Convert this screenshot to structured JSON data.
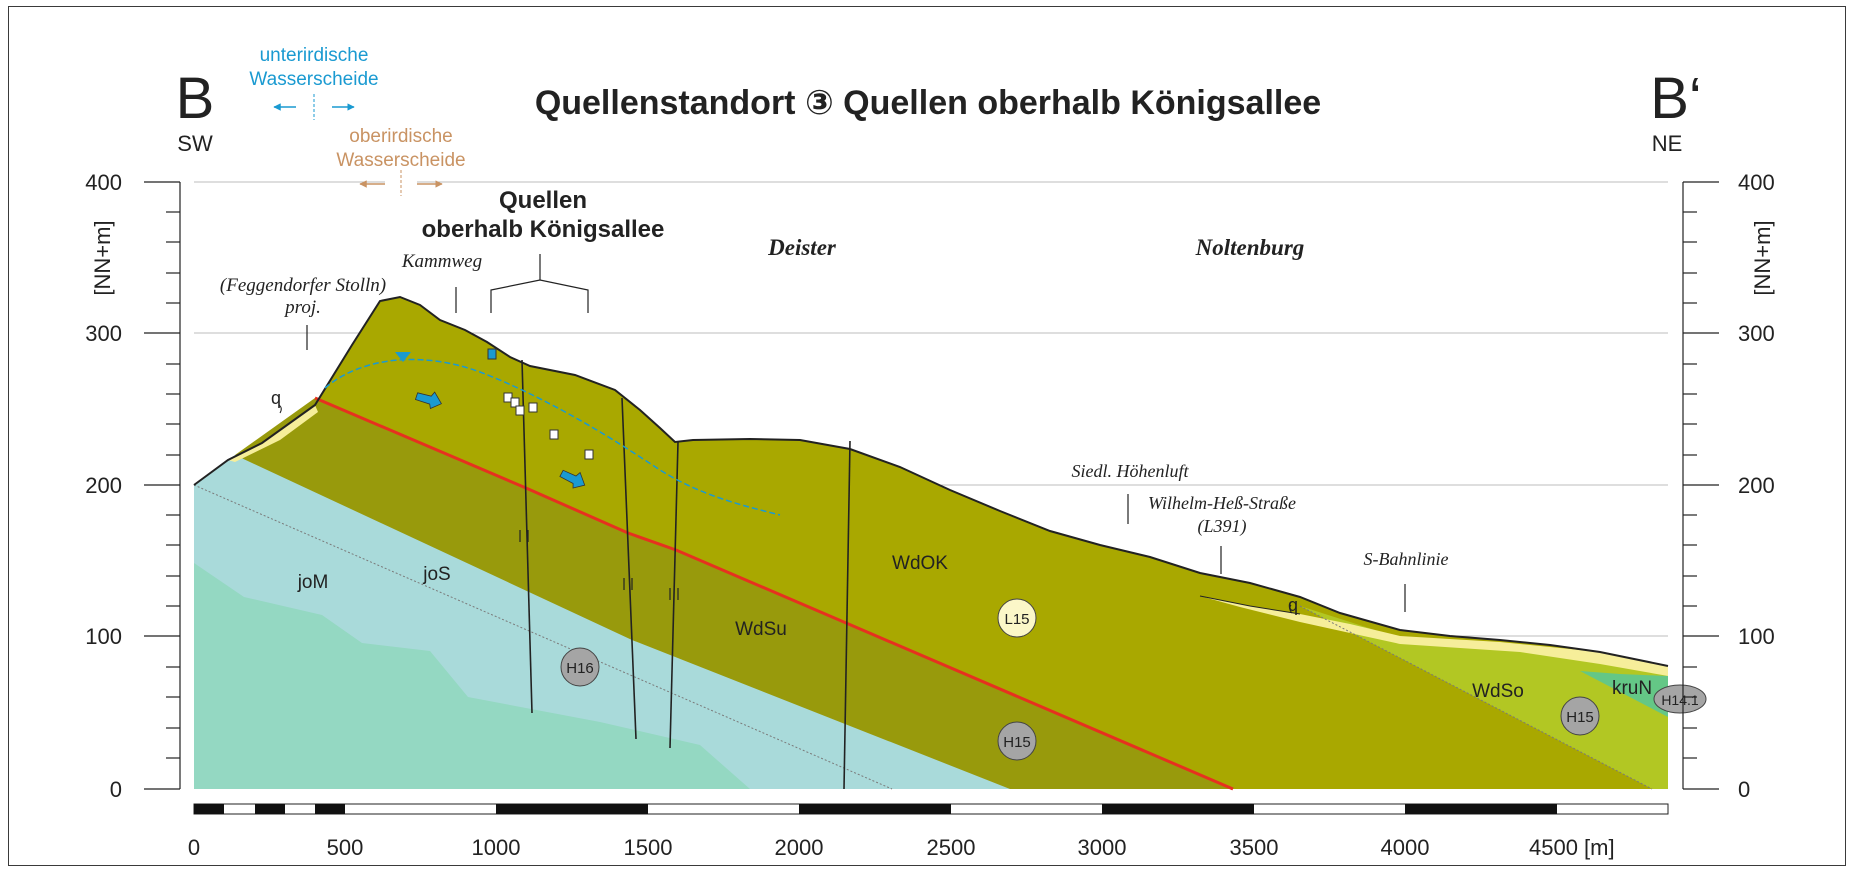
{
  "title": "Quellenstandort ③ Quellen oberhalb Königsallee",
  "section_start": {
    "letter": "B",
    "direction": "SW"
  },
  "section_end": {
    "letter": "B‘",
    "direction": "NE"
  },
  "y_axis_label": "[NN+m]",
  "y_ticks": [
    "0",
    "100",
    "200",
    "300",
    "400"
  ],
  "x_ticks": [
    "0",
    "500",
    "1000",
    "1500",
    "2000",
    "2500",
    "3000",
    "3500",
    "4000",
    "4500 [m]"
  ],
  "legend": {
    "underground_divide": {
      "line1": "unterirdische",
      "line2": "Wasserscheide",
      "color": "#1a9ad1"
    },
    "surface_divide": {
      "line1": "oberirdische",
      "line2": "Wasserscheide",
      "color": "#c99363"
    }
  },
  "annotations": {
    "springs_title_line1": "Quellen",
    "springs_title_line2": "oberhalb Königsallee",
    "kammweg": "Kammweg",
    "stolln_line1": "(Feggendorfer Stolln)",
    "stolln_line2": "proj.",
    "deister": "Deister",
    "noltenburg": "Noltenburg",
    "siedlung": "Siedl. Höhenluft",
    "strasse_line1": "Wilhelm-Heß-Straße",
    "strasse_line2": "(L391)",
    "bahn": "S-Bahnlinie",
    "q_left": "q",
    "q_right": "q"
  },
  "units": {
    "joM": "joM",
    "joS": "joS",
    "WdSu": "WdSu",
    "WdOK": "WdOK",
    "WdSo": "WdSo",
    "kruN": "kruN"
  },
  "wells": {
    "H16": "H16",
    "L15": "L15",
    "H15_mid": "H15",
    "H15_right": "H15",
    "H14_1": "H14.1"
  },
  "colors": {
    "olive_upper": "#a9a800",
    "olive_lower": "#989a0c",
    "light_blue": "#a9dada",
    "teal": "#94d8c2",
    "light_green": "#b2c723",
    "quaternary": "#f6ee9a",
    "kruN": "#64c786",
    "red_line": "#e6311f"
  }
}
